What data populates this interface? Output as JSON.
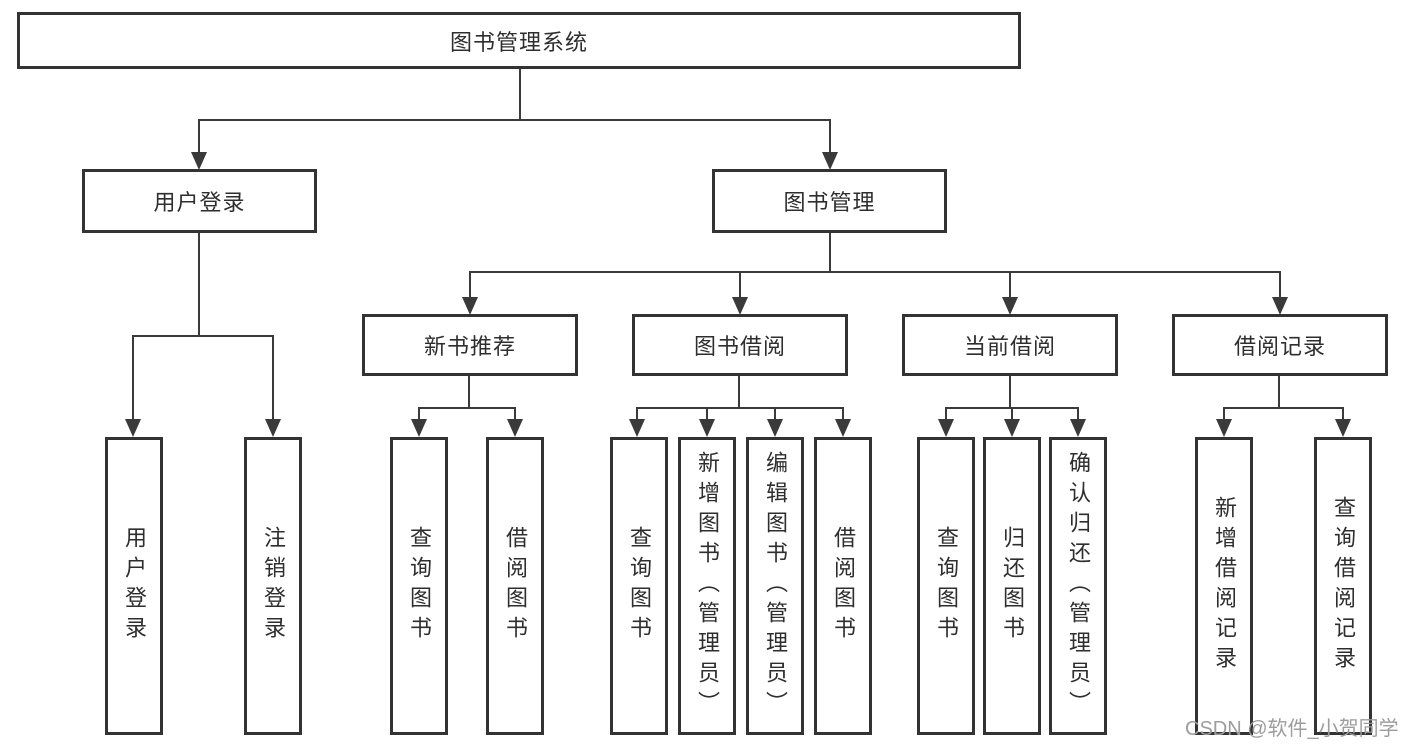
{
  "diagram": {
    "root": {
      "label": "图书管理系统"
    },
    "level2": [
      {
        "label": "用户登录"
      },
      {
        "label": "图书管理"
      }
    ],
    "level3": [
      {
        "label": "新书推荐"
      },
      {
        "label": "图书借阅"
      },
      {
        "label": "当前借阅"
      },
      {
        "label": "借阅记录"
      }
    ],
    "leaves": {
      "user_login": [
        {
          "label": "用户登录"
        },
        {
          "label": "注销登录"
        }
      ],
      "new_book_recommend": [
        {
          "label": "查询图书"
        },
        {
          "label": "借阅图书"
        }
      ],
      "book_borrowing": [
        {
          "label": "查询图书"
        },
        {
          "label": "新增图书（管理员）"
        },
        {
          "label": "编辑图书（管理员）"
        },
        {
          "label": "借阅图书"
        }
      ],
      "current_borrowing": [
        {
          "label": "查询图书"
        },
        {
          "label": "归还图书"
        },
        {
          "label": "确认归还（管理员）"
        }
      ],
      "borrowing_records": [
        {
          "label": "新增借阅记录"
        },
        {
          "label": "查询借阅记录"
        }
      ]
    }
  },
  "watermark": "CSDN @软件_小贺同学",
  "colors": {
    "line": "#3a3a3a",
    "border": "#333333",
    "text": "#2e2e2e",
    "watermark": "#9d9d9d",
    "background": "#ffffff"
  }
}
